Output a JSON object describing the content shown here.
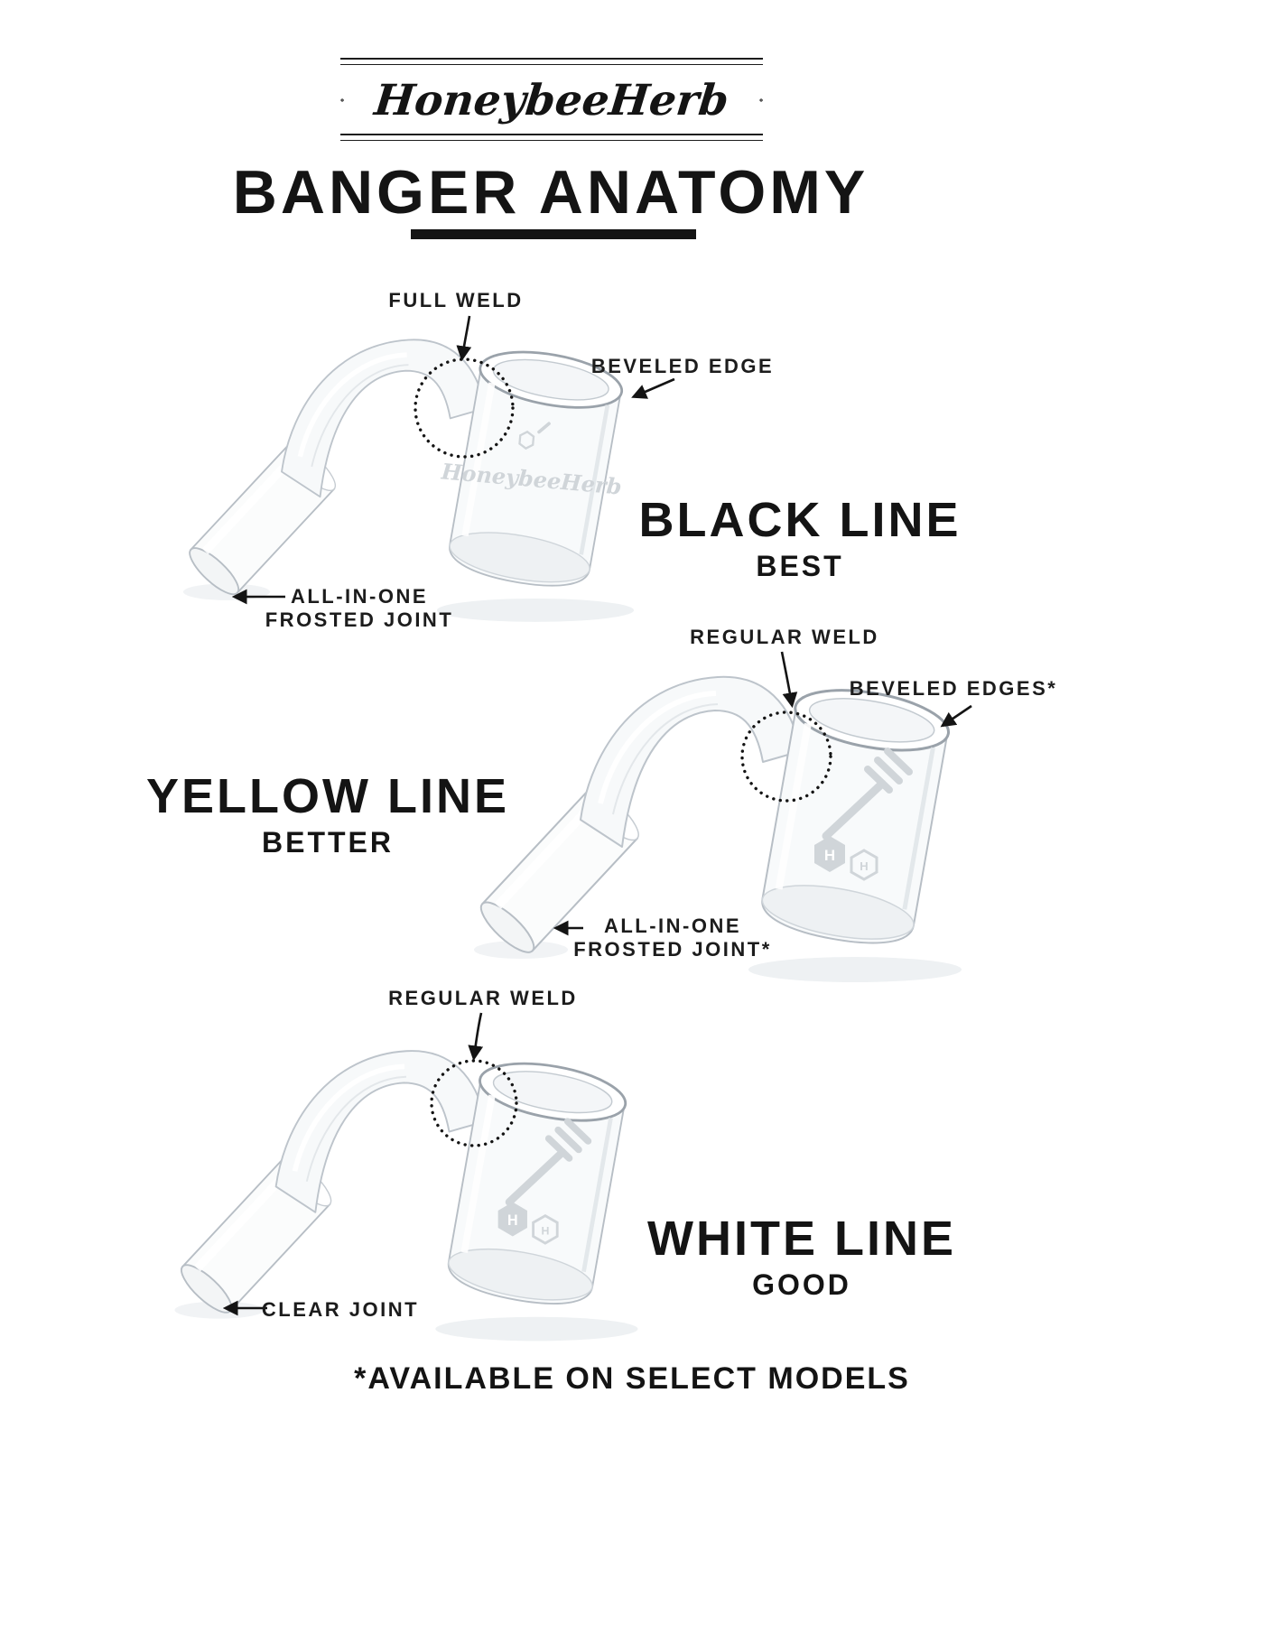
{
  "header": {
    "brand": "HoneybeeHerb",
    "title": "BANGER ANATOMY"
  },
  "etched_logos": {
    "script": "HoneybeeHerb",
    "hex_letter": "H"
  },
  "black_line": {
    "name": "BLACK LINE",
    "grade": "BEST",
    "weld_label": "FULL WELD",
    "edge_label": "BEVELED EDGE",
    "joint_label_line1": "ALL-IN-ONE",
    "joint_label_line2": "FROSTED JOINT"
  },
  "yellow_line": {
    "name": "YELLOW LINE",
    "grade": "BETTER",
    "weld_label": "REGULAR WELD",
    "edge_label": "BEVELED EDGES*",
    "joint_label_line1": "ALL-IN-ONE",
    "joint_label_line2": "FROSTED JOINT*"
  },
  "white_line": {
    "name": "WHITE LINE",
    "grade": "GOOD",
    "weld_label": "REGULAR WELD",
    "joint_label": "CLEAR JOINT"
  },
  "footer": {
    "note": "*AVAILABLE ON SELECT MODELS"
  }
}
